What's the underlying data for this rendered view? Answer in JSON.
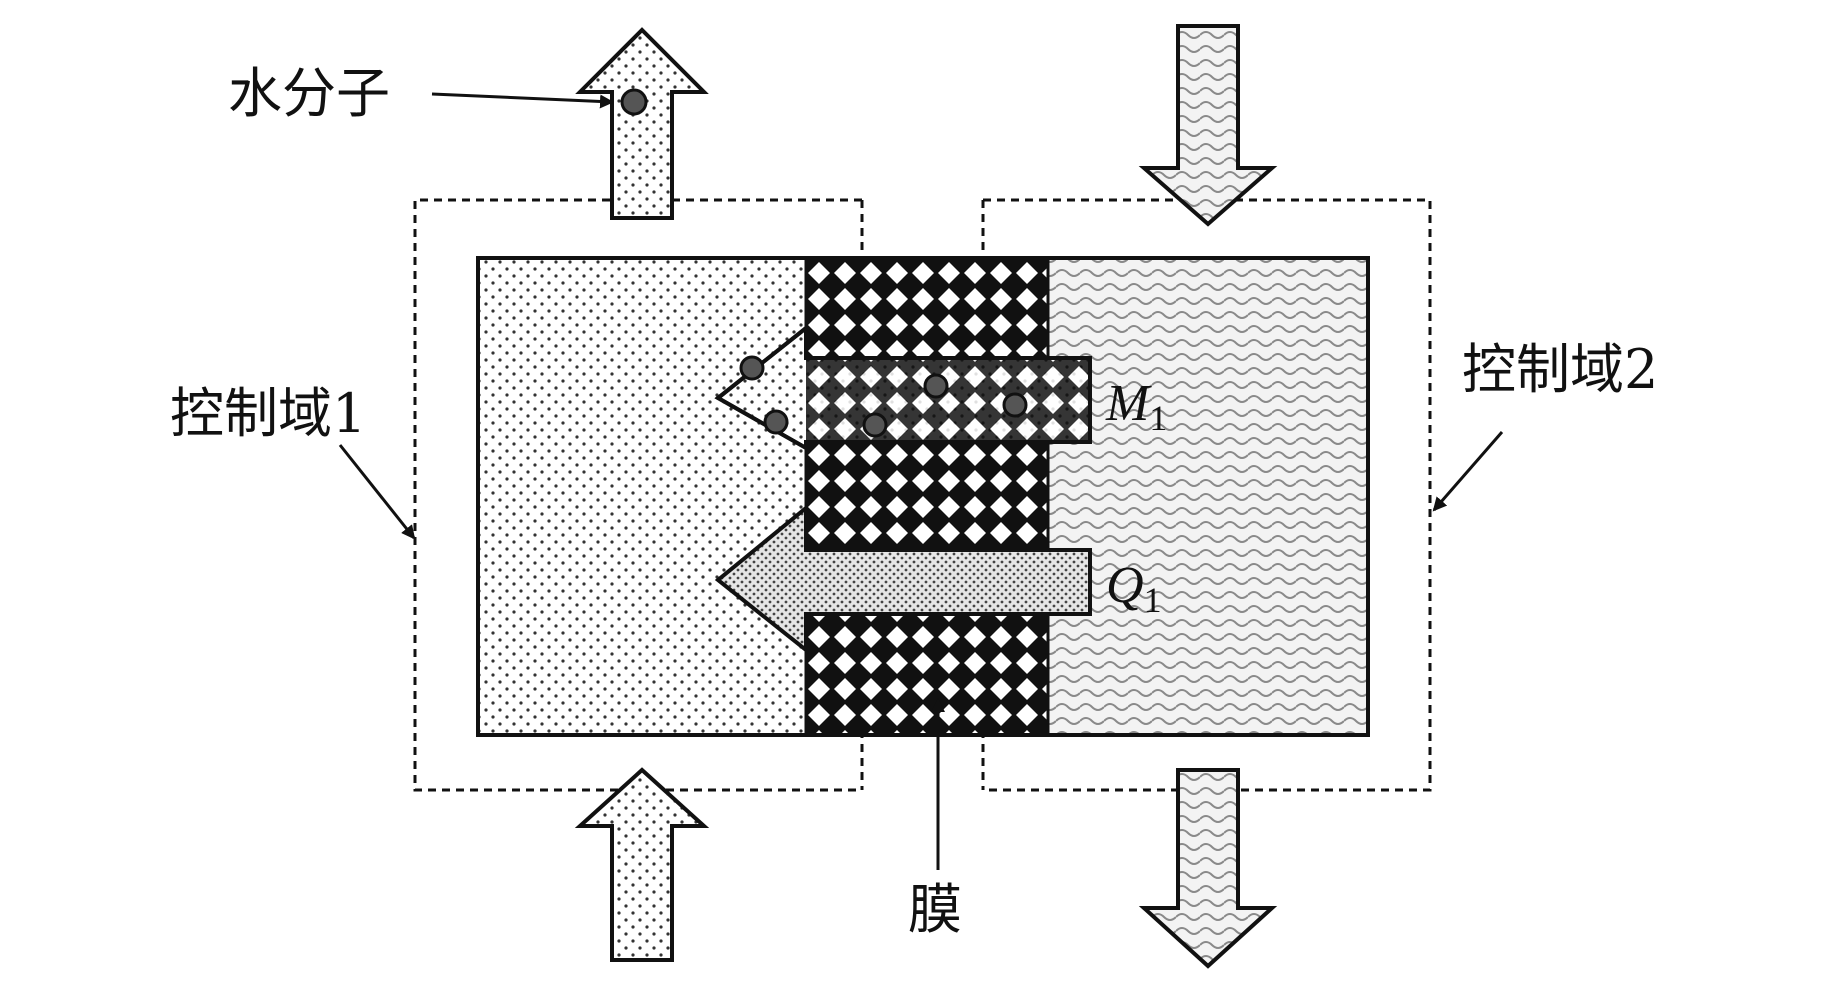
{
  "labels": {
    "water_molecule": "水分子",
    "control_domain_1": "控制域1",
    "control_domain_2": "控制域2",
    "membrane": "膜",
    "mass_flux_symbol": "M",
    "mass_flux_subscript": "1",
    "heat_flux_symbol": "Q",
    "heat_flux_subscript": "1"
  },
  "colors": {
    "line": "#111111",
    "dot_fill": "#333333",
    "wave_stroke": "#8a8a8a",
    "membrane_fill": "#111111"
  }
}
